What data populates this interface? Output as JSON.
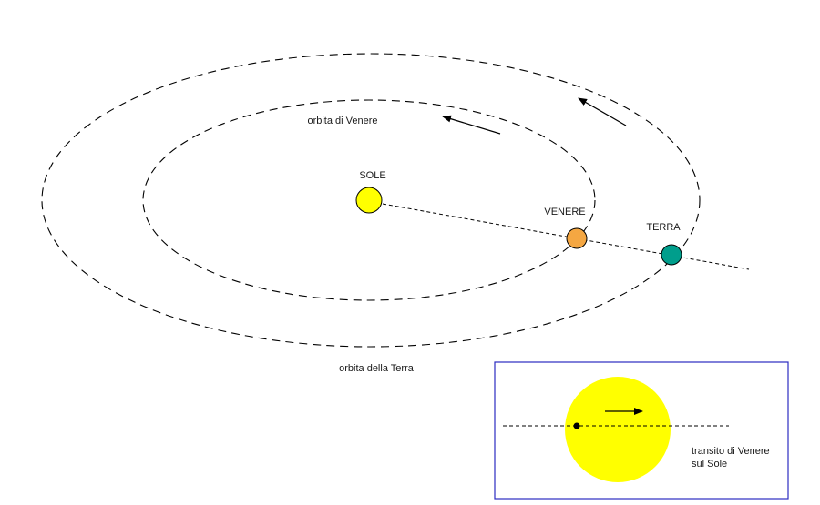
{
  "labels": {
    "sun": "SOLE",
    "venus": "VENERE",
    "earth": "TERRA",
    "venus_orbit": "orbita di Venere",
    "earth_orbit": "orbita della Terra"
  },
  "inset": {
    "caption_line1": "transito di Venere",
    "caption_line2": "sul Sole"
  },
  "colors": {
    "sun": "#ffff00",
    "venus": "#f5a742",
    "earth": "#009e8c",
    "inset_border": "#2b2bc0",
    "orbit": "#000000"
  }
}
